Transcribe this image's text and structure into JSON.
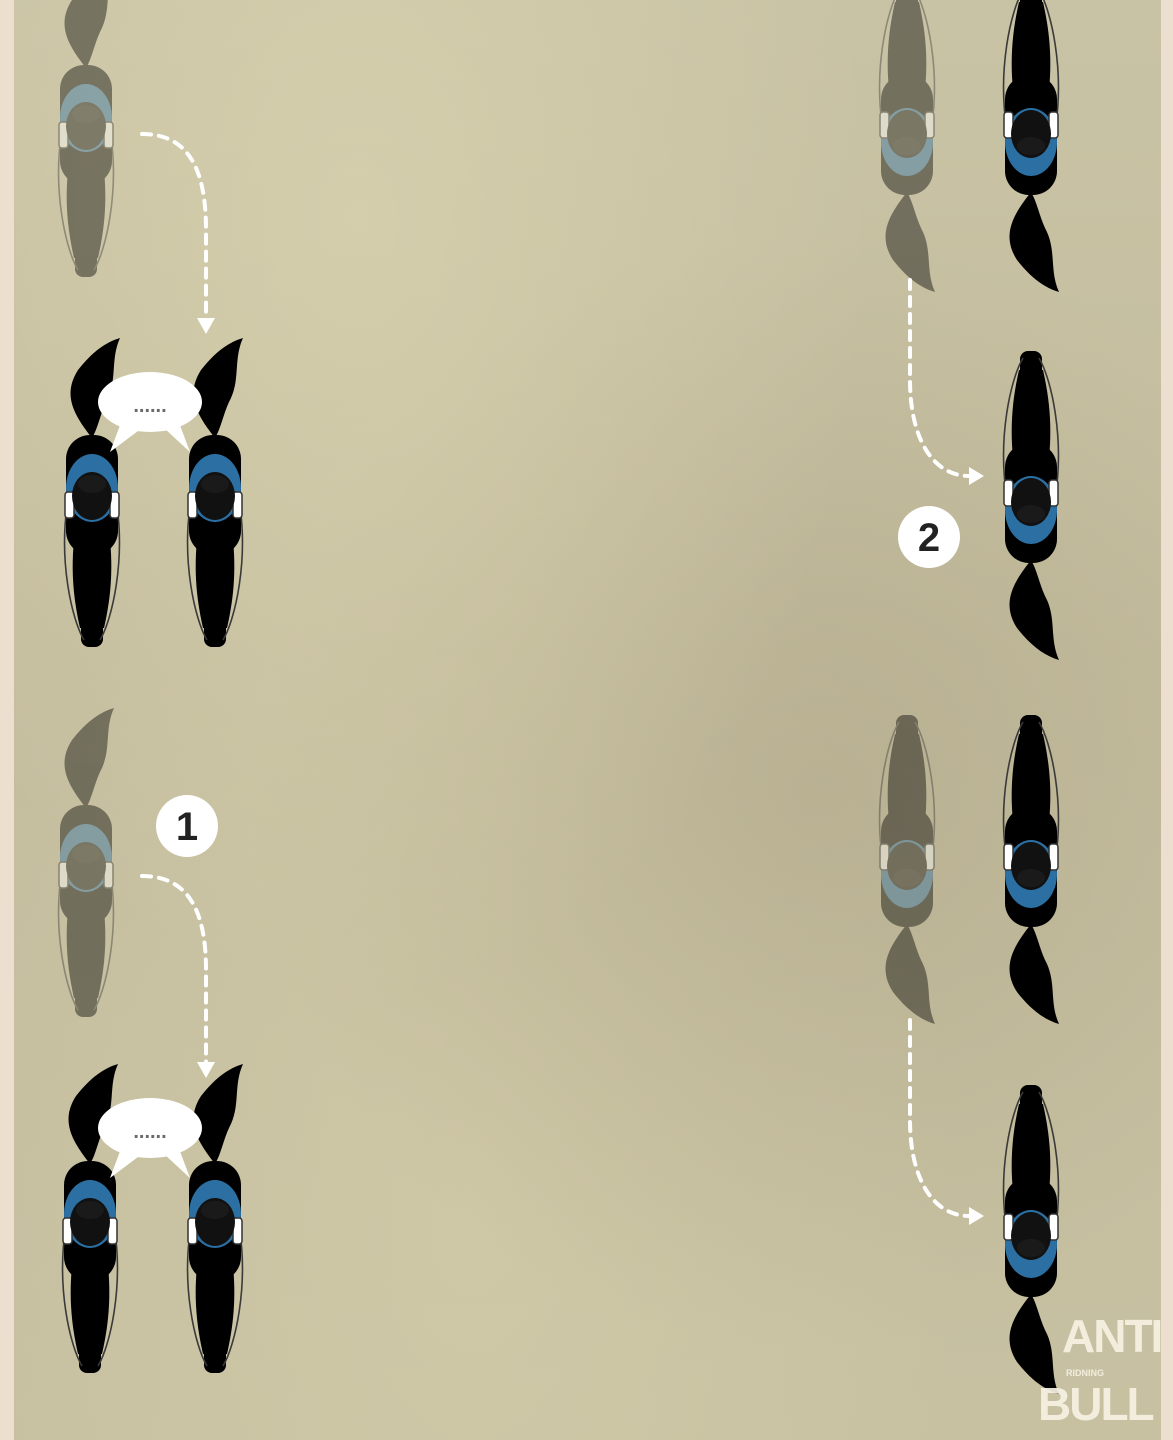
{
  "scene": {
    "speech_bubbles": [
      "......",
      "......"
    ],
    "step_badges": [
      "1",
      "2"
    ],
    "logo": {
      "line1": "ANTI",
      "line2": "BULL",
      "small": "RIDNING"
    }
  },
  "colors": {
    "background": "#c8c2a4",
    "page": "#ecdfcf",
    "arrow": "#ffffff",
    "horse_chestnut": "#c97a4c",
    "horse_palomino": "#e4c27a",
    "horse_bay": "#7c3b22",
    "rider_jacket": "#111111"
  }
}
